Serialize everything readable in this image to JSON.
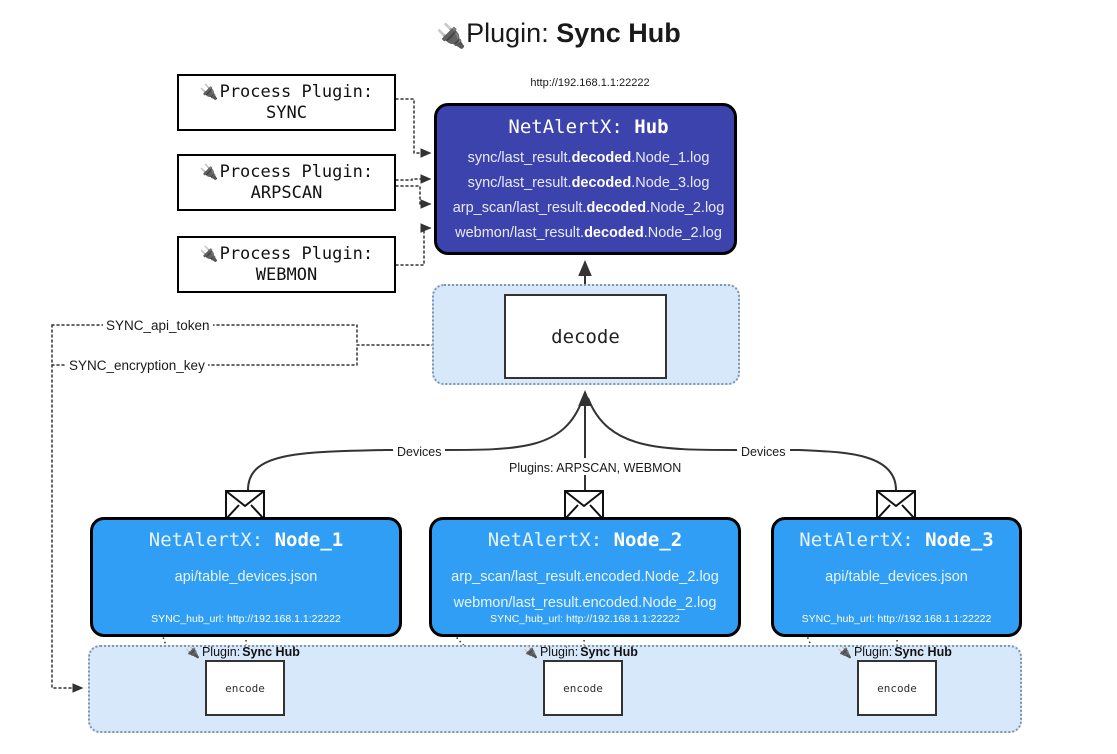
{
  "title": {
    "icon": "plug-icon",
    "prefix": "Plugin: ",
    "name": "Sync Hub"
  },
  "hub": {
    "url": "http://192.168.1.1:22222",
    "label_prefix": "NetAlertX: ",
    "label_name": "Hub",
    "logs": [
      {
        "pre": "sync/last_result.",
        "mid": "decoded",
        "post": ".Node_1.log"
      },
      {
        "pre": "sync/last_result.",
        "mid": "decoded",
        "post": ".Node_3.log"
      },
      {
        "pre": "arp_scan/last_result.",
        "mid": "decoded",
        "post": ".Node_2.log"
      },
      {
        "pre": "webmon/last_result.",
        "mid": "decoded",
        "post": ".Node_2.log"
      }
    ],
    "color": "#3d43ad"
  },
  "process_plugins": [
    {
      "icon": "plug-icon",
      "line1": "Process Plugin:",
      "line2": "SYNC"
    },
    {
      "icon": "plug-icon",
      "line1": "Process Plugin:",
      "line2": "ARPSCAN"
    },
    {
      "icon": "plug-icon",
      "line1": "Process Plugin:",
      "line2": "WEBMON"
    }
  ],
  "decode": {
    "label": "decode",
    "group_color": "#d7e8fa"
  },
  "tokens": [
    {
      "label": "SYNC_api_token"
    },
    {
      "label": "SYNC_encryption_key"
    }
  ],
  "edge_labels": {
    "devices_left": "Devices",
    "devices_right": "Devices",
    "plugins": "Plugins: ARPSCAN, WEBMON"
  },
  "nodes": [
    {
      "label_prefix": "NetAlertX: ",
      "label_name": "Node_1",
      "lines": [
        "api/table_devices.json"
      ],
      "hub_url": "SYNC_hub_url: http://192.168.1.1:22222",
      "color": "#2f9ef4"
    },
    {
      "label_prefix": "NetAlertX: ",
      "label_name": "Node_2",
      "lines": [
        "arp_scan/last_result.encoded.Node_2.log",
        "webmon/last_result.encoded.Node_2.log"
      ],
      "hub_url": "SYNC_hub_url: http://192.168.1.1:22222",
      "color": "#2f9ef4"
    },
    {
      "label_prefix": "NetAlertX: ",
      "label_name": "Node_3",
      "lines": [
        "api/table_devices.json"
      ],
      "hub_url": "SYNC_hub_url: http://192.168.1.1:22222",
      "color": "#2f9ef4"
    }
  ],
  "encoders": [
    {
      "caption_prefix": "Plugin: ",
      "caption_name": "Sync Hub",
      "label": "encode"
    },
    {
      "caption_prefix": "Plugin: ",
      "caption_name": "Sync Hub",
      "label": "encode"
    },
    {
      "caption_prefix": "Plugin: ",
      "caption_name": "Sync Hub",
      "label": "encode"
    }
  ]
}
